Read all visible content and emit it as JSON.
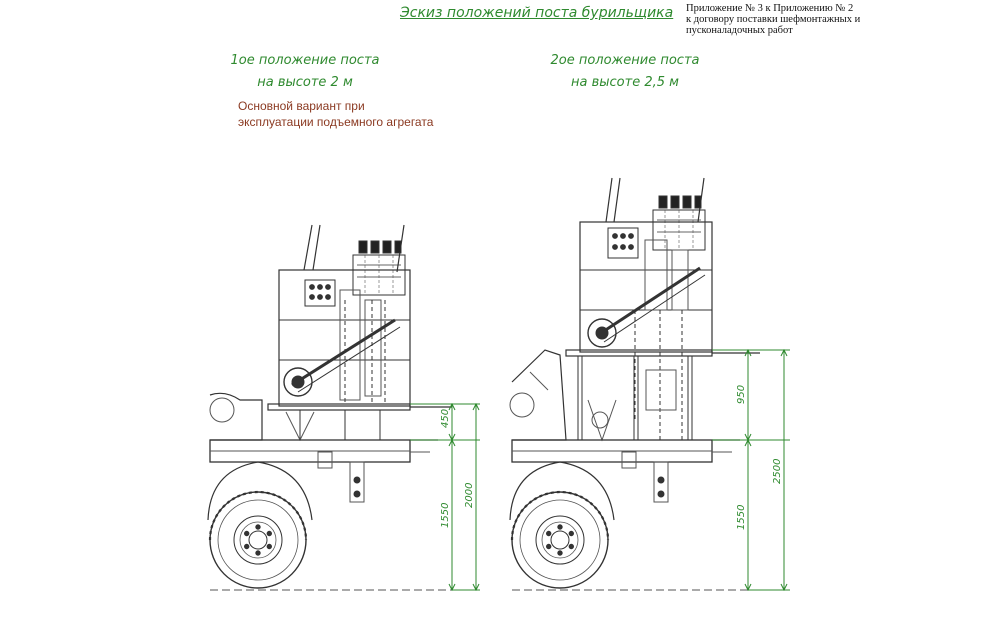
{
  "title": "Эскиз положений поста бурильщика",
  "appendix": {
    "line1": "Приложение № 3 к Приложению № 2",
    "line2": " к договору поставки шефмонтажных и",
    "line3": "пусконаладочных работ"
  },
  "positions": [
    {
      "line1": "1ое положение поста",
      "line2": "на высоте 2 м",
      "note_line1": "Основной вариант при",
      "note_line2": "эксплуатации подъемного агрегата",
      "dims": [
        "450",
        "1550",
        "2000"
      ]
    },
    {
      "line1": "2ое положение поста",
      "line2": "на высоте 2,5 м",
      "dims": [
        "950",
        "1550",
        "2500"
      ]
    }
  ],
  "colors": {
    "annotation_green": "#2f8a2f",
    "note_brown": "#8b3a22",
    "linework": "#333333"
  }
}
